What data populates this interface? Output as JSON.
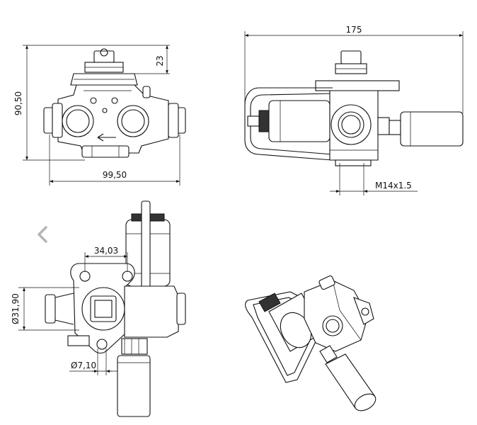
{
  "dimensions": {
    "front_width": "99,50",
    "front_height": "90,50",
    "front_top": "23",
    "side_length": "175",
    "thread": "M14x1.5",
    "bolt_spacing": "34,03",
    "flange_diameter": "Ø31,90",
    "hole_diameter": "Ø7,10"
  },
  "icons": {
    "nav": "chevron-left-icon"
  },
  "colors": {
    "line": "#111111",
    "background": "#ffffff",
    "nav_chevron": "#b5b5b5"
  }
}
